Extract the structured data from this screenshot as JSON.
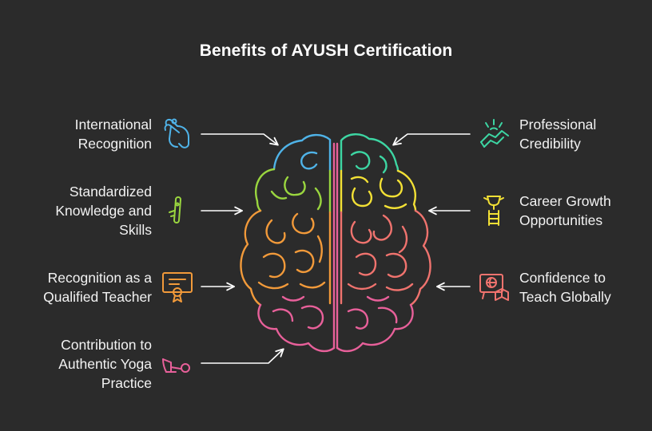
{
  "title": "Benefits of AYUSH Certification",
  "colors": {
    "background": "#2b2b2b",
    "blue": "#4fb3e8",
    "teal": "#3dd6a3",
    "lime": "#9ad63f",
    "yellow": "#f2e035",
    "orange": "#f29a3a",
    "salmon": "#f0736e",
    "pink": "#e8609a"
  },
  "benefits_left": [
    {
      "lines": [
        "International",
        "Recognition"
      ],
      "icon": "hand-pointing-icon",
      "color": "blue"
    },
    {
      "lines": [
        "Standardized",
        "Knowledge and",
        "Skills"
      ],
      "icon": "measuring-tool-icon",
      "color": "lime"
    },
    {
      "lines": [
        "Recognition as a",
        "Qualified Teacher"
      ],
      "icon": "certificate-icon",
      "color": "orange"
    },
    {
      "lines": [
        "Contribution to",
        "Authentic Yoga",
        "Practice"
      ],
      "icon": "yoga-pose-icon",
      "color": "pink"
    }
  ],
  "benefits_right": [
    {
      "lines": [
        "Professional",
        "Credibility"
      ],
      "icon": "handshake-icon",
      "color": "teal"
    },
    {
      "lines": [
        "Career Growth",
        "Opportunities"
      ],
      "icon": "ladder-trophy-icon",
      "color": "yellow"
    },
    {
      "lines": [
        "Confidence to",
        "Teach Globally"
      ],
      "icon": "presentation-globe-icon",
      "color": "salmon"
    }
  ]
}
